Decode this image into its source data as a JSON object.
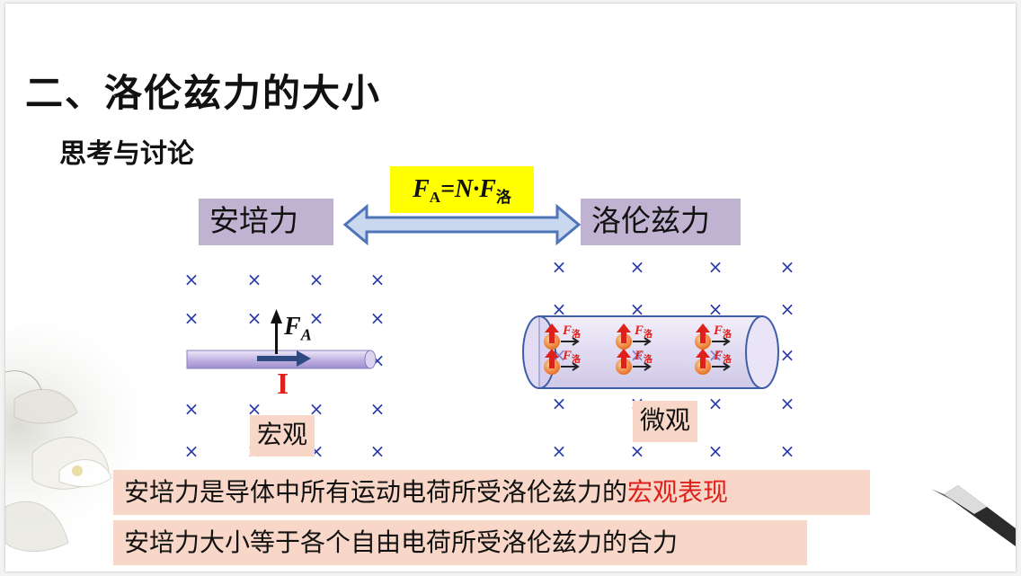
{
  "slide": {
    "title": "二、洛伦兹力的大小",
    "subtitle": "思考与讨论",
    "ampere_label": "安培力",
    "lorentz_label": "洛伦兹力",
    "formula": {
      "FA_main": "F",
      "FA_sub": "A",
      "middle": "=N·",
      "F_main": "F",
      "F_sub": "洛"
    },
    "macro_diagram": {
      "force_label_main": "F",
      "force_label_sub": "A",
      "current_label": "I",
      "caption": "宏观",
      "field_symbol": "×"
    },
    "micro_diagram": {
      "charge_force_label_main": "F",
      "charge_force_label_sub": "洛",
      "caption": "微观",
      "field_symbol": "×"
    },
    "statement1": {
      "prefix": "安培力是导体中所有运动电荷所受洛伦兹力的",
      "highlight": "宏观表现"
    },
    "statement2": "安培力大小等于各个自由电荷所受洛伦兹力的合力",
    "colors": {
      "label_box": "#bfb3d1",
      "formula_bg": "#ffff00",
      "caption_bg": "#f8d7c8",
      "highlight_red": "#e0201b",
      "field_blue": "#2a3aa8",
      "arrow_blue": "#4f74b8"
    }
  }
}
